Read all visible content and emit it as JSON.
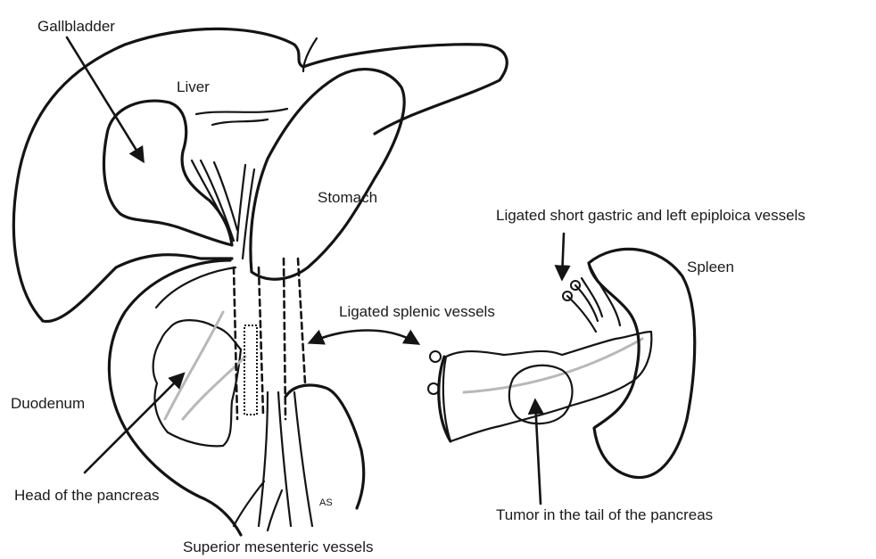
{
  "labels": {
    "gallbladder": "Gallbladder",
    "liver": "Liver",
    "stomach": "Stomach",
    "short_gastric": "Ligated short gastric and left epiploica vessels",
    "spleen": "Spleen",
    "splenic_vessels": "Ligated splenic vessels",
    "duodenum": "Duodenum",
    "head_pancreas": "Head of the pancreas",
    "tumor": "Tumor in the tail of the pancreas",
    "sm_vessels": "Superior mesenteric vessels",
    "signature": "AS"
  },
  "colors": {
    "ink": "#141414",
    "vessel_grey": "#b8b8b8",
    "background": "#ffffff"
  }
}
